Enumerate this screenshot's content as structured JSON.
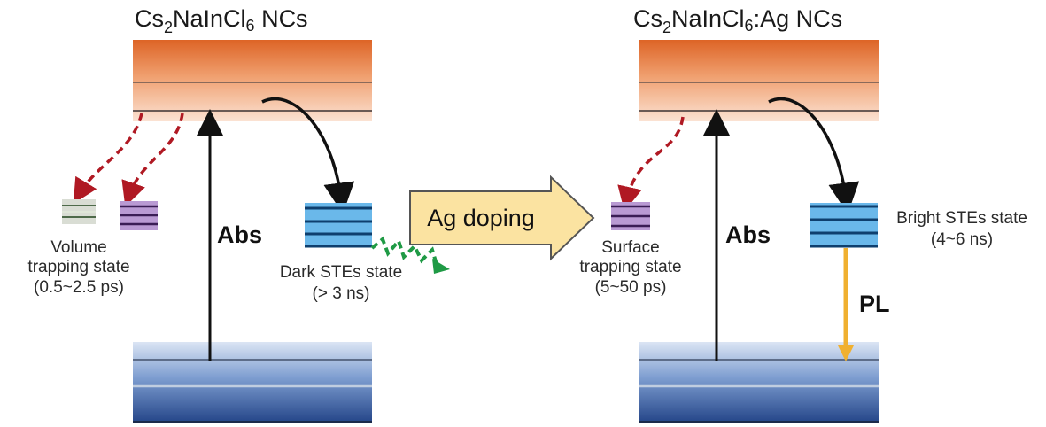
{
  "left_panel": {
    "title_main": "Cs",
    "title_sub1": "2",
    "title_mid": "NaInCl",
    "title_sub2": "6",
    "title_end": " NCs",
    "abs_label": "Abs",
    "volume_state": {
      "line1": "Volume",
      "line2": "trapping state",
      "line3": "(0.5~2.5 ps)"
    },
    "dark_state": {
      "line1": "Dark STEs state",
      "line2": "(> 3 ns)"
    }
  },
  "middle": {
    "doping_label": "Ag doping"
  },
  "right_panel": {
    "title_main": "Cs",
    "title_sub1": "2",
    "title_mid": "NaInCl",
    "title_sub2": "6",
    "title_end": ":Ag NCs",
    "abs_label": "Abs",
    "pl_label": "PL",
    "surface_state": {
      "line1": "Surface",
      "line2": "trapping state",
      "line3": "(5~50 ps)"
    },
    "bright_state": {
      "line1": "Bright STEs state",
      "line2": "(4~6 ns)"
    }
  },
  "colors": {
    "conduction_band": "#e2702f",
    "valence_band": "#2f5597",
    "ste_state": "#5fb0e8",
    "trap_state": "#a98bc7",
    "trap_arrow": "#b01923",
    "nonradiative": "#1f9a45",
    "pl_arrow": "#f0b030",
    "doping_arrow": "#fbe3a1"
  }
}
